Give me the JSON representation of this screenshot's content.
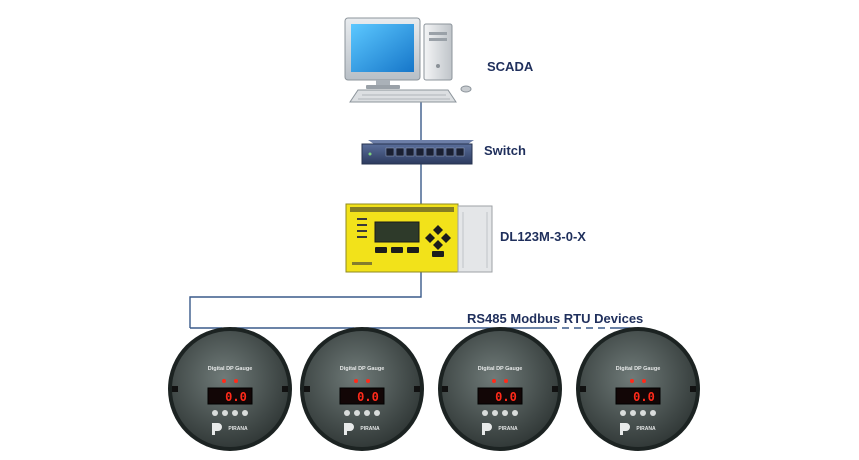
{
  "labels": {
    "scada": "SCADA",
    "switch": "Switch",
    "logger": "DL123M-3-0-X",
    "bus": "RS485 Modbus RTU Devices"
  },
  "gauge": {
    "title": "Digital DP Gauge",
    "reading": "0.0",
    "brand": "PIRANA"
  },
  "colors": {
    "line": "#3a5a8a",
    "label": "#1f2f5c",
    "logger_body": "#f2e21a",
    "switch_body": "#3c4f7a",
    "led": "#ff2a1a"
  }
}
